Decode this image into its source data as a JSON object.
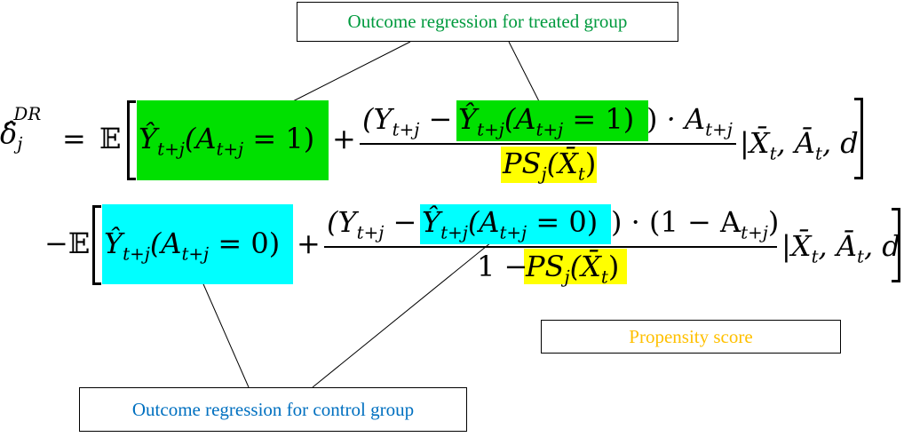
{
  "callouts": {
    "treated": "Outcome regression for treated group",
    "control": "Outcome regression for control group",
    "propensity": "Propensity score"
  },
  "colors": {
    "treated_text": "#009a3e",
    "control_text": "#0070c0",
    "propensity_text": "#ffc000",
    "green_highlight": "#00e000",
    "cyan_highlight": "#00ffff",
    "yellow_highlight": "#ffff00"
  },
  "equation": {
    "lhs": "δ̂",
    "lhs_sub": "j",
    "lhs_sup": "DR",
    "equals": "=",
    "expect": "𝔼",
    "row1": {
      "yhat": "Ŷ",
      "sub": "t+j",
      "arg": "(A",
      "arg_sub": "t+j",
      "arg_val": " = 1)",
      "plus": "+",
      "num_open": "(Y",
      "num_sub": "t+j",
      "num_minus": " −",
      "num_tail": " · A",
      "num_tail_sub": "t+j",
      "den": "PS",
      "den_sub": "j",
      "den_arg": "(X̄",
      "den_arg_sub": "t",
      "den_close": ")",
      "cond": "|X̄",
      "cond_sub1": "t",
      "cond_mid": ", Ā",
      "cond_sub2": "t",
      "cond_end": ", d"
    },
    "row2": {
      "minus": "−",
      "arg_val": " = 0)",
      "num_tail": " · (1 − A",
      "num_tail_close": ")",
      "den_prefix": "1 − "
    }
  }
}
